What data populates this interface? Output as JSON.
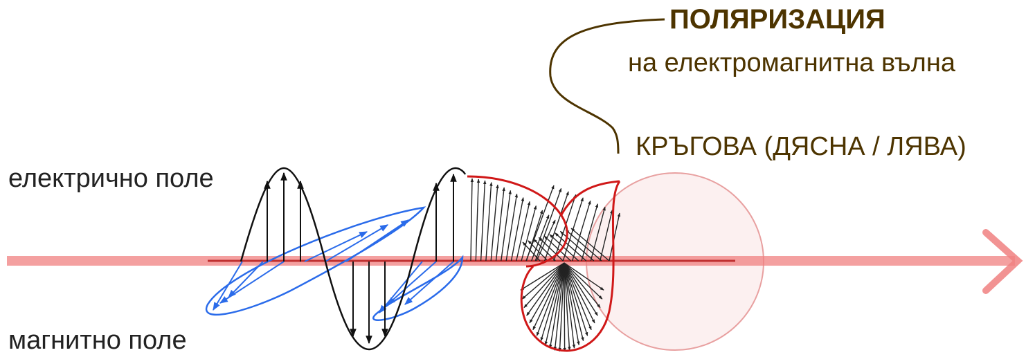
{
  "title": "ПОЛЯРИЗАЦИЯ",
  "subtitle": "на електромагнитна вълна",
  "polarization_type": "КРЪГОВА (ДЯСНА / ЛЯВА)",
  "labels": {
    "electric_field": "електрично поле",
    "magnetic_field": "магнитно поле"
  },
  "colors": {
    "title_text": "#4d3400",
    "bracket": "#4d3400",
    "axis": "#f08080",
    "axis_dark": "#d05050",
    "electric_wave": "#111111",
    "magnetic_wave": "#2a6bea",
    "circular_curve": "#d01818",
    "circle_outline": "#e8a0a0",
    "circle_fill": "#fbe9e9",
    "vector": "#222222"
  }
}
